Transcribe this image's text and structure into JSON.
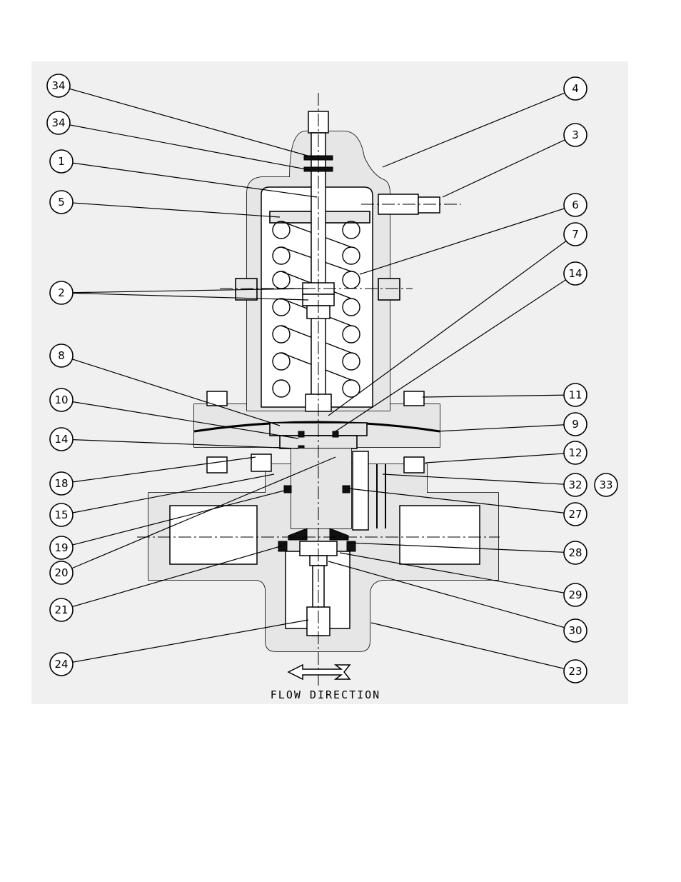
{
  "callouts": [
    {
      "id": "c34a",
      "label": "34"
    },
    {
      "id": "c34b",
      "label": "34"
    },
    {
      "id": "c1",
      "label": "1"
    },
    {
      "id": "c5",
      "label": "5"
    },
    {
      "id": "c2",
      "label": "2"
    },
    {
      "id": "c8",
      "label": "8"
    },
    {
      "id": "c10",
      "label": "10"
    },
    {
      "id": "c14a",
      "label": "14"
    },
    {
      "id": "c18",
      "label": "18"
    },
    {
      "id": "c15",
      "label": "15"
    },
    {
      "id": "c19",
      "label": "19"
    },
    {
      "id": "c20",
      "label": "20"
    },
    {
      "id": "c21",
      "label": "21"
    },
    {
      "id": "c24",
      "label": "24"
    },
    {
      "id": "c4",
      "label": "4"
    },
    {
      "id": "c3",
      "label": "3"
    },
    {
      "id": "c6",
      "label": "6"
    },
    {
      "id": "c7",
      "label": "7"
    },
    {
      "id": "c14b",
      "label": "14"
    },
    {
      "id": "c11",
      "label": "11"
    },
    {
      "id": "c9",
      "label": "9"
    },
    {
      "id": "c12",
      "label": "12"
    },
    {
      "id": "c32",
      "label": "32"
    },
    {
      "id": "c33",
      "label": "33"
    },
    {
      "id": "c27",
      "label": "27"
    },
    {
      "id": "c28",
      "label": "28"
    },
    {
      "id": "c29",
      "label": "29"
    },
    {
      "id": "c30",
      "label": "30"
    },
    {
      "id": "c23",
      "label": "23"
    }
  ],
  "flow_label": "FLOW DIRECTION"
}
